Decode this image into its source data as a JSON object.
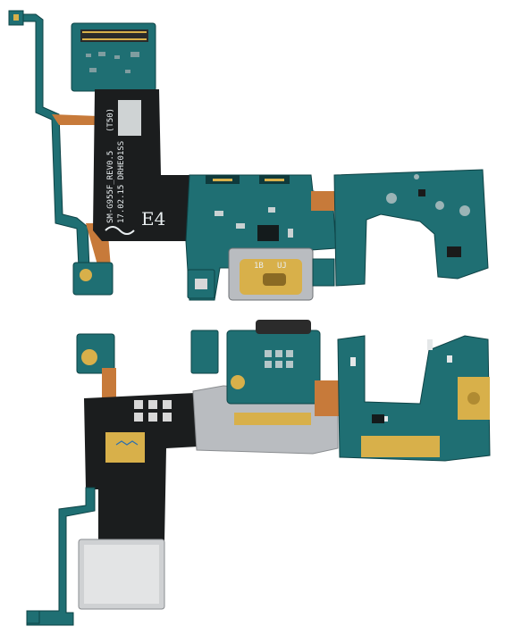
{
  "scene": {
    "description_free": true,
    "background_color": "#ffffff",
    "pcb_color": "#1f6f73",
    "flex_color": "#c77a3a",
    "black_film_color": "#1b1d1e",
    "gold_color": "#d8b04a",
    "shield_color": "#b9bcc0"
  },
  "silkscreen": {
    "model": "SM-G955F_REV0.5",
    "model_suffix": "(T50)",
    "date_code": "17.02.15 DRHE01SS",
    "mark_e4": "E4",
    "pad_1b": "1B",
    "pad_uj": "UJ"
  }
}
